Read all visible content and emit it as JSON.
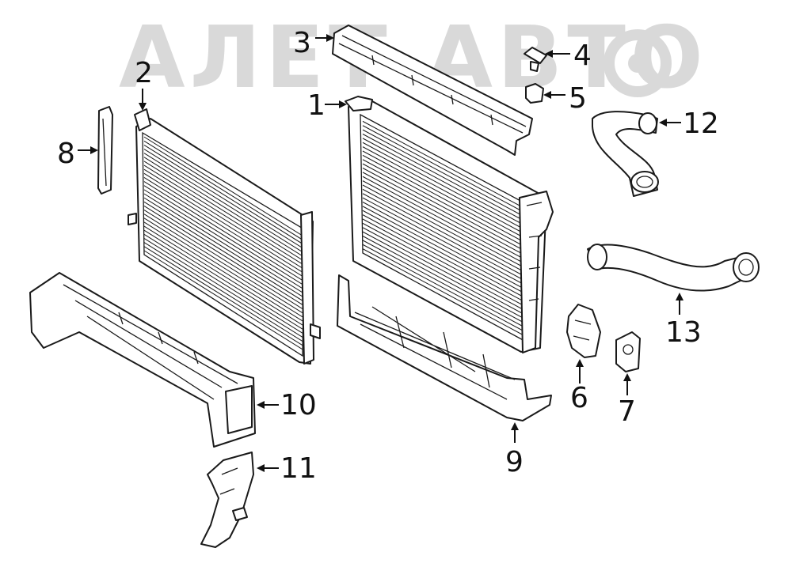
{
  "watermark": {
    "text": "АЛЕТ АВТО",
    "color": "#d9d9d9"
  },
  "callouts": [
    {
      "id": "1",
      "label": "1"
    },
    {
      "id": "2",
      "label": "2"
    },
    {
      "id": "3",
      "label": "3"
    },
    {
      "id": "4",
      "label": "4"
    },
    {
      "id": "5",
      "label": "5"
    },
    {
      "id": "6",
      "label": "6"
    },
    {
      "id": "7",
      "label": "7"
    },
    {
      "id": "8",
      "label": "8"
    },
    {
      "id": "9",
      "label": "9"
    },
    {
      "id": "10",
      "label": "10"
    },
    {
      "id": "11",
      "label": "11"
    },
    {
      "id": "12",
      "label": "12"
    },
    {
      "id": "13",
      "label": "13"
    }
  ],
  "colors": {
    "line": "#1a1a1a",
    "background": "#ffffff",
    "watermark": "#d9d9d9"
  }
}
